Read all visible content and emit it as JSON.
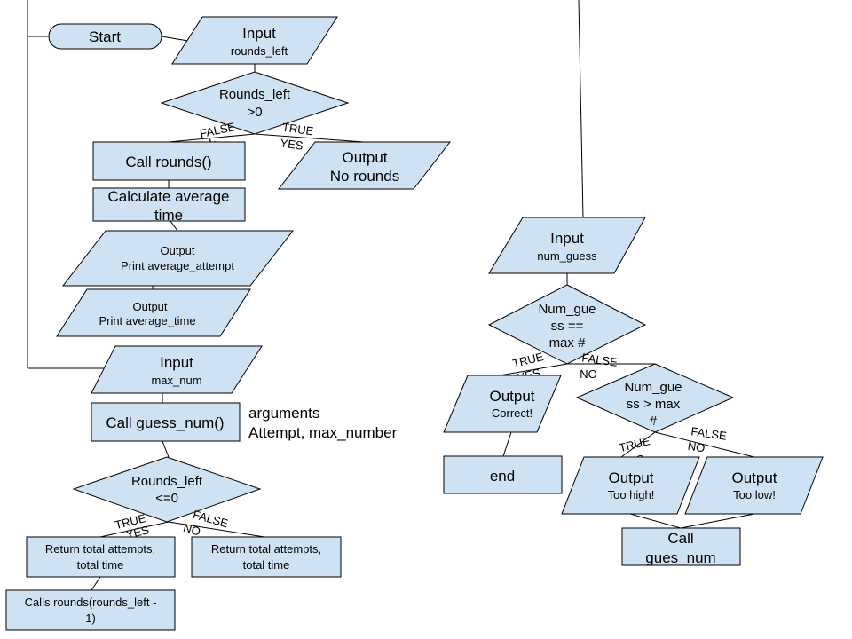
{
  "nodes": {
    "start": {
      "label": "Start"
    },
    "input_rounds": {
      "label": "Input",
      "sub": "rounds_left"
    },
    "check_rounds": {
      "line1": "Rounds_left",
      "line2": ">0"
    },
    "call_rounds": {
      "label": "Call rounds()"
    },
    "output_no_rounds": {
      "line1": "Output",
      "line2": "No rounds"
    },
    "calc_avg": {
      "line1": "Calculate average",
      "line2": "time"
    },
    "out_avg_attempt": {
      "line1": "Output",
      "line2": "Print average_attempt"
    },
    "out_avg_time": {
      "line1": "Output",
      "line2": "Print average_time"
    },
    "input_max": {
      "label": "Input",
      "sub": "max_num"
    },
    "call_guess": {
      "label": "Call guess_num()"
    },
    "args_note": {
      "line1": "arguments",
      "line2": "Attempt, max_number"
    },
    "check_rounds_le": {
      "line1": "Rounds_left",
      "line2": "<=0"
    },
    "return_true": {
      "line1": "Return total attempts,",
      "line2": "total time"
    },
    "return_false": {
      "line1": "Return total attempts,",
      "line2": "total time"
    },
    "calls_rounds": {
      "line1": "Calls rounds(rounds_left -",
      "line2": "1)"
    },
    "input_guess": {
      "label": "Input",
      "sub": "num_guess"
    },
    "check_eq": {
      "line1": "Num_gue",
      "line2": "ss ==",
      "line3": "max #"
    },
    "out_correct": {
      "label": "Output",
      "sub": "Correct!"
    },
    "end": {
      "label": "end"
    },
    "check_gt": {
      "line1": "Num_gue",
      "line2": "ss > max",
      "line3": "#"
    },
    "out_high": {
      "label": "Output",
      "sub": "Too high!"
    },
    "out_low": {
      "label": "Output",
      "sub": "Too low!"
    },
    "call_gues": {
      "line1": "Call",
      "line2": "gues_num"
    }
  },
  "edge_labels": {
    "r1_false": "FALSE",
    "r1_no": "NO",
    "r1_true": "TRUE",
    "r1_yes": "YES",
    "r2_true": "TRUE",
    "r2_yes": "YES",
    "r2_false": "FALSE",
    "r2_no": "NO",
    "eq_true": "TRUE",
    "eq_yes": "YES",
    "eq_false": "FALSE",
    "eq_no": "NO",
    "gt_true": "TRUE",
    "gt_yes": "YES",
    "gt_false": "FALSE",
    "gt_no": "NO"
  }
}
